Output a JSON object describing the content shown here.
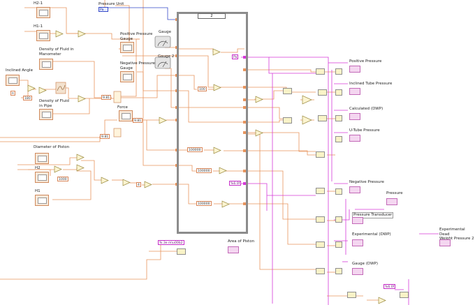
{
  "labels": {
    "h2_1": "H2-1",
    "h1_1": "H1-1",
    "density_manometer": "Density of Fluid in\nManometer",
    "inclined_angle": "Inclined Angle",
    "density_pipe": "Density of Fluid\nin Pipe",
    "diameter_piston": "Diameter of Piston",
    "h2": "H2",
    "h1": "H1",
    "pressure_unit": "Pressure Unit",
    "positive_pressure_gauge": "Positive Pressure\nGauge",
    "gauge": "Gauge",
    "negative_pressure_gauge": "Negative Pressure\nGauge",
    "gauge_2": "Gauge 2",
    "force": "Force",
    "area_of_piston": "Area of Piston",
    "positive_pressure": "Positive Pressure",
    "inclined_tube_pressure": "Inclined Tube Pressure",
    "calculated_dwp": "Calculated (DWP)",
    "u_tube_pressure": "U-Tube Pressure",
    "negative_pressure": "Negative Pressure",
    "pressure": "Pressure",
    "pressure_transducer": "Pressure Transducer",
    "experimental_dwp": "Experimental (DWP)",
    "experimental_dead_weight_2": "Experimental Dead\nWeight Pressure 2",
    "gauge_dwp": "Gauge (DWP)"
  },
  "constants": {
    "c180": "180",
    "c981_a": "9.81",
    "c981_b": "9.81",
    "c981_c": "9.81",
    "c1000": "1000",
    "c4": "4",
    "c100": "100",
    "c100000_a": "100000",
    "c100000_b": "100000",
    "c100000_c": "100000",
    "pa": "Pa",
    "fmt_6_0f": "%6.0f",
    "fmt_3e": "%.3e m\\u00b2",
    "fmt_6_0f_b": "%6.0f",
    "pressure_unit_value": "Pa",
    "case_selector": "2"
  },
  "colors": {
    "wire_orange": "#e8955e",
    "wire_pink": "#d63ad9",
    "case_border": "#8c8c8c",
    "numeric_fill": "#f7e8d9"
  }
}
